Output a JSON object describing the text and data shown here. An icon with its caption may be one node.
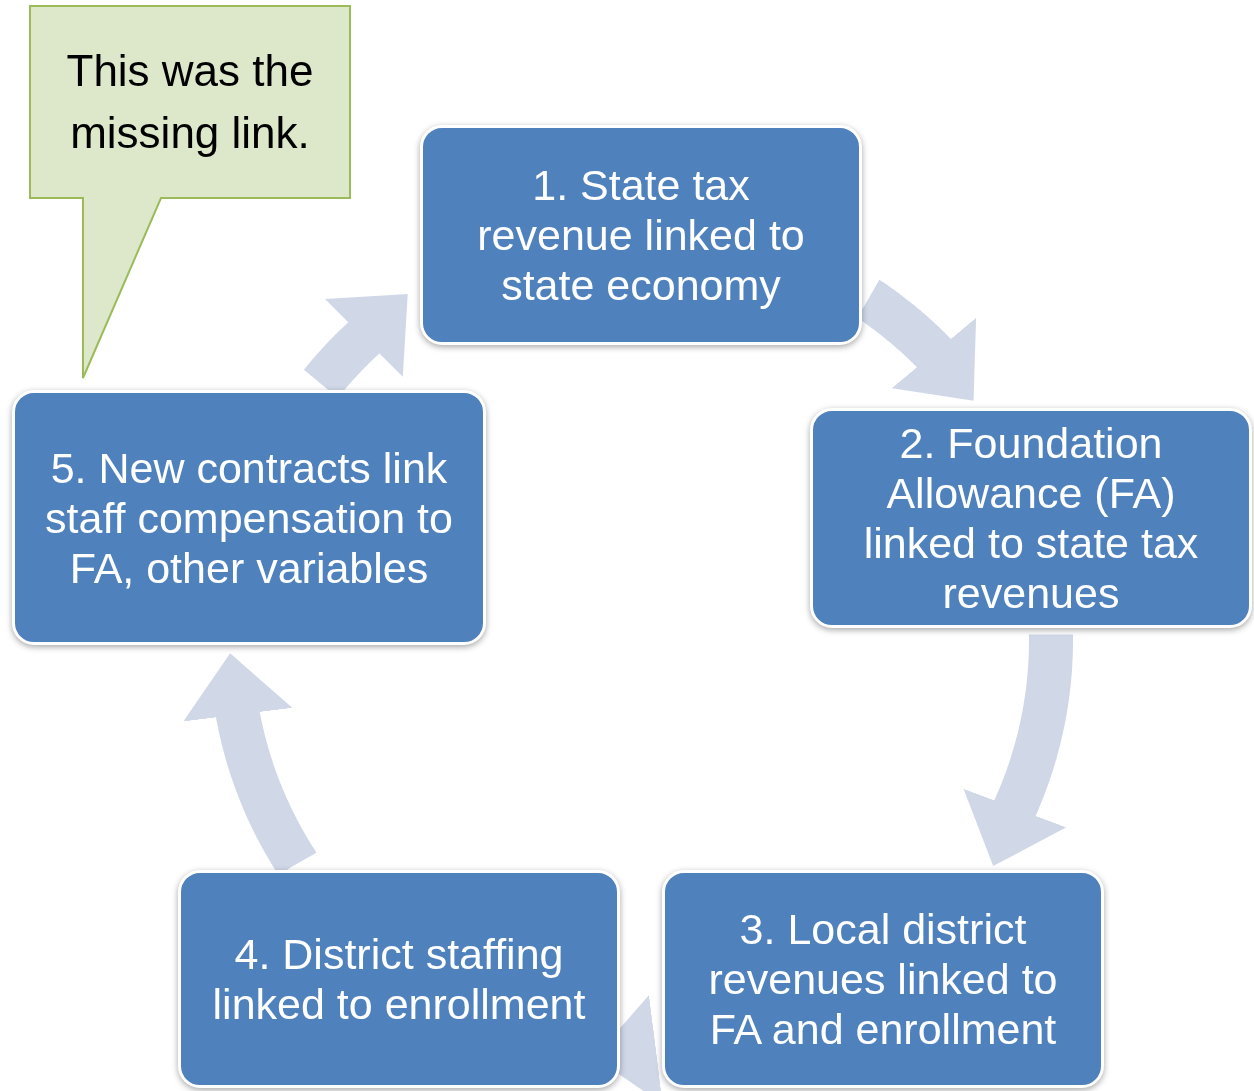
{
  "diagram": {
    "nodes": [
      {
        "text": [
          "This was the missing link."
        ]
      },
      {
        "text": [
          "1. State tax revenue linked to state economy"
        ]
      },
      {
        "text": [
          "2. Foundation Allowance (FA) linked to state tax revenues"
        ]
      },
      {
        "text": [
          "3. Local district revenues linked to FA and enrollment"
        ]
      },
      {
        "text": [
          "4. District staffing linked to enrollment"
        ]
      },
      {
        "text": [
          "5. New contracts link staff compensation to FA, other variables"
        ]
      }
    ],
    "edges": [
      {
        "from": 1,
        "to": 2,
        "arrow": "to"
      },
      {
        "from": 2,
        "to": 3,
        "arrow": "to"
      },
      {
        "from": 3,
        "to": 4,
        "arrow": "to"
      },
      {
        "from": 4,
        "to": 5,
        "arrow": "to"
      },
      {
        "from": 5,
        "to": 1,
        "arrow": "to"
      }
    ]
  }
}
